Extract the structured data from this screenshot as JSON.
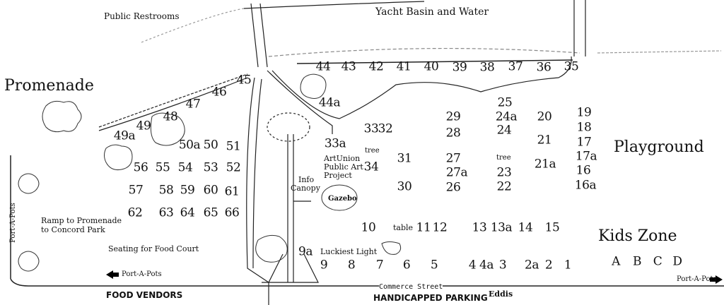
{
  "labels": {
    "public_restrooms": "Public Restrooms",
    "yacht_basin": "Yacht Basin and Water",
    "promenade": "Promenade",
    "playground": "Playground",
    "kids_zone": "Kids Zone",
    "ramp_line1": "Ramp to Promenade",
    "ramp_line2": "to Concord Park",
    "seating": "Seating for Food Court",
    "port_a_pots_left": "Port-A-Pots",
    "port_a_pots_right": "Port-A-Pots",
    "port_a_pots_vertical": "Port-A-Pots",
    "commerce_street": "Commerce Street",
    "food_vendors": "FOOD VENDORS",
    "handicapped_parking": "HANDICAPPED PARKING",
    "eddis": "Eddis",
    "artunion_1": "ArtUnion",
    "artunion_2": "Public Art",
    "artunion_3": "Project",
    "info_1": "Info",
    "info_2": "Canopy",
    "gazebo": "Gazebo",
    "luckiest_light": "Luckiest Light",
    "tree_1": "tree",
    "tree_2": "tree",
    "table": "table"
  },
  "spots": {
    "top": [
      "44",
      "43",
      "42",
      "41",
      "40",
      "39",
      "38",
      "37",
      "36",
      "35"
    ],
    "promenade": [
      "45",
      "46",
      "47",
      "48",
      "49",
      "49a",
      "44a"
    ],
    "west": [
      "50a",
      "50",
      "51",
      "56",
      "55",
      "54",
      "53",
      "52",
      "57",
      "58",
      "59",
      "60",
      "61",
      "62",
      "63",
      "64",
      "65",
      "66"
    ],
    "center": [
      "33a",
      "33",
      "32",
      "34",
      "31",
      "30",
      "29",
      "28",
      "27",
      "27a",
      "26",
      "25",
      "24a",
      "24",
      "23",
      "22",
      "20",
      "21",
      "21a",
      "19",
      "18",
      "17",
      "17a",
      "16",
      "16a"
    ],
    "middle_row": [
      "10",
      "11",
      "12",
      "13",
      "13a",
      "14",
      "15"
    ],
    "bottom_row": [
      "9a",
      "9",
      "8",
      "7",
      "6",
      "5",
      "4",
      "4a",
      "3",
      "2a",
      "2",
      "1"
    ],
    "kids": [
      "A",
      "B",
      "C",
      "D"
    ]
  }
}
